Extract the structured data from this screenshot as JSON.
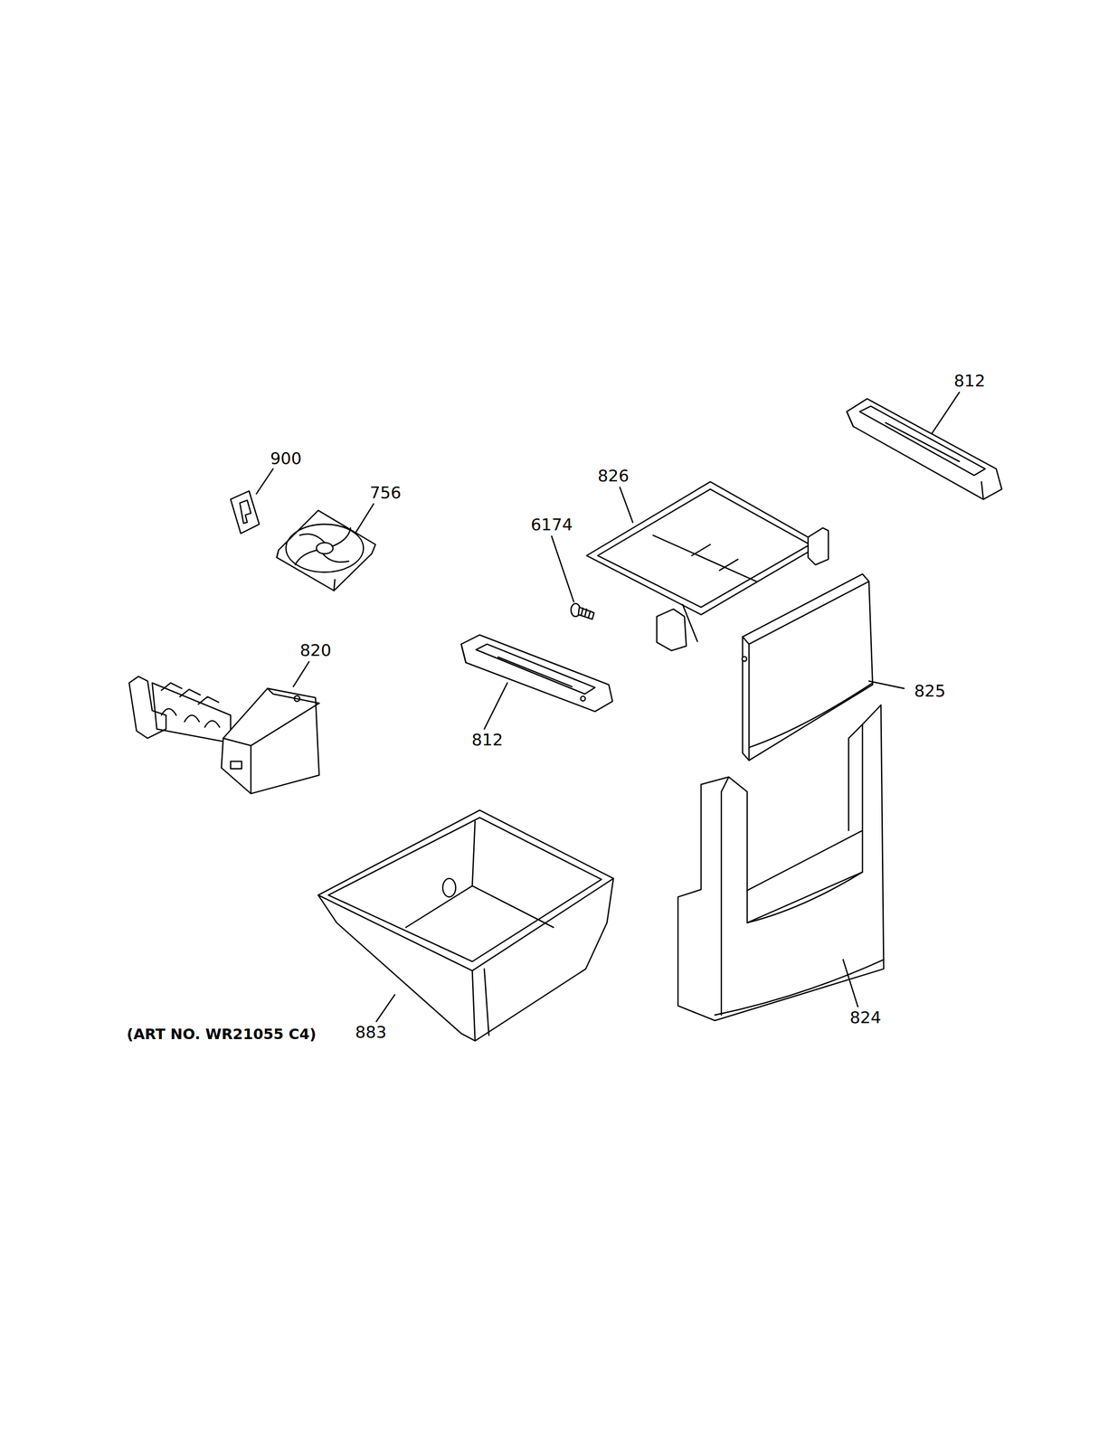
{
  "diagram": {
    "labels": [
      "812",
      "900",
      "826",
      "756",
      "6174",
      "820",
      "825",
      "812",
      "824",
      "883",
      "(ART NO. WR21055 C4)"
    ]
  }
}
